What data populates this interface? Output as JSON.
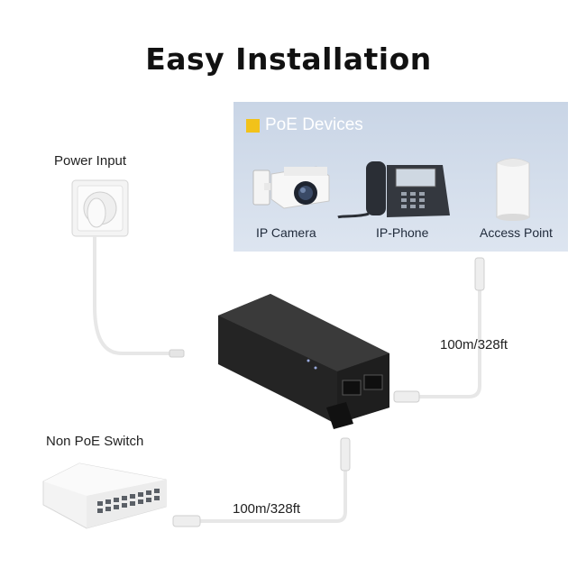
{
  "title": "Easy Installation",
  "poe_devices": {
    "header": "PoE Devices",
    "devices": [
      {
        "label": "IP Camera",
        "icon": "ip-camera-icon"
      },
      {
        "label": "IP-Phone",
        "icon": "ip-phone-icon"
      },
      {
        "label": "Access Point",
        "icon": "access-point-icon"
      }
    ]
  },
  "labels": {
    "power_input": "Power Input",
    "non_poe_switch": "Non PoE Switch",
    "cable_to_devices": "100m/328ft",
    "cable_from_switch": "100m/328ft"
  },
  "colors": {
    "accent": "#f2c21a",
    "panel": "#cfd9e8",
    "injector": "#2b2b2b"
  }
}
